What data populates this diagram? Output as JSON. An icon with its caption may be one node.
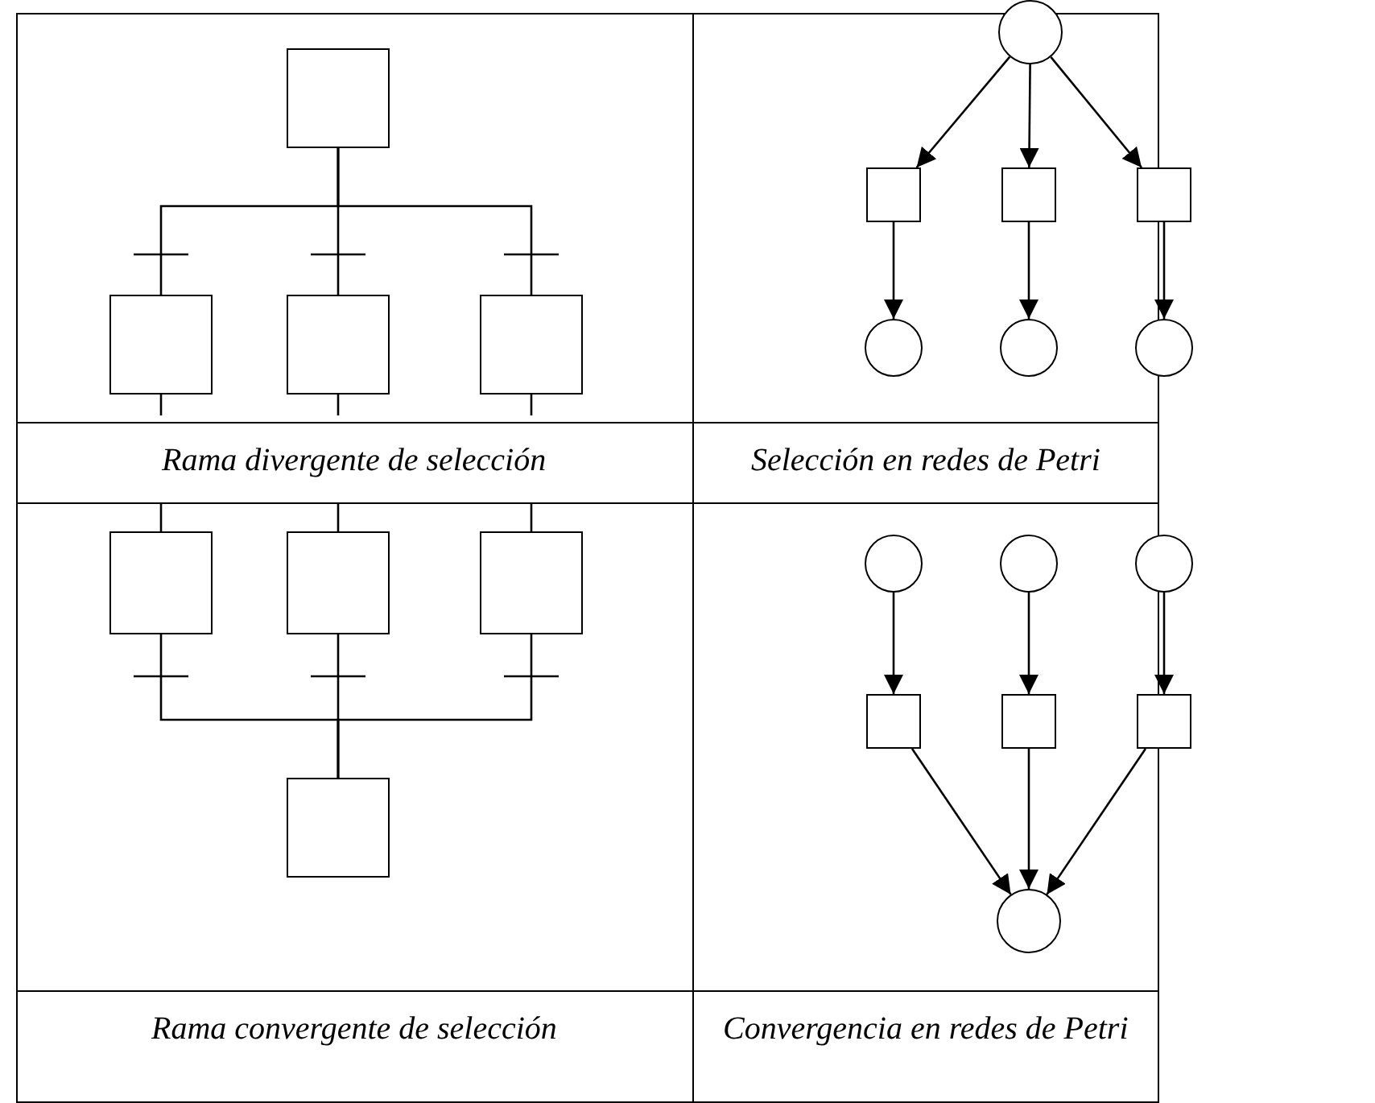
{
  "diagram": {
    "nodes": [
      {
        "text": [],
        "shape": "box"
      },
      {
        "text": [],
        "shape": "box"
      },
      {
        "text": [],
        "shape": "box"
      },
      {
        "text": [],
        "shape": "box"
      },
      {
        "text": [],
        "shape": "circle"
      },
      {
        "text": [],
        "shape": "box"
      },
      {
        "text": [],
        "shape": "box"
      },
      {
        "text": [],
        "shape": "box"
      },
      {
        "text": [],
        "shape": "circle"
      },
      {
        "text": [],
        "shape": "circle"
      },
      {
        "text": [],
        "shape": "circle"
      },
      {
        "text": [],
        "shape": "box"
      },
      {
        "text": [],
        "shape": "box"
      },
      {
        "text": [],
        "shape": "box"
      },
      {
        "text": [],
        "shape": "box"
      },
      {
        "text": [],
        "shape": "circle"
      },
      {
        "text": [],
        "shape": "circle"
      },
      {
        "text": [],
        "shape": "circle"
      },
      {
        "text": [],
        "shape": "box"
      },
      {
        "text": [],
        "shape": "box"
      },
      {
        "text": [],
        "shape": "box"
      },
      {
        "text": [],
        "shape": "circle"
      }
    ],
    "edges": [
      {
        "from": 0,
        "to": 1,
        "arrow": "none"
      },
      {
        "from": 0,
        "to": 2,
        "arrow": "none"
      },
      {
        "from": 0,
        "to": 3,
        "arrow": "none"
      },
      {
        "from": 1,
        "to": null,
        "arrow": "none"
      },
      {
        "from": 2,
        "to": null,
        "arrow": "none"
      },
      {
        "from": 3,
        "to": null,
        "arrow": "none"
      },
      {
        "from": 4,
        "to": 5,
        "arrow": "to"
      },
      {
        "from": 4,
        "to": 6,
        "arrow": "to"
      },
      {
        "from": 4,
        "to": 7,
        "arrow": "to"
      },
      {
        "from": 5,
        "to": 8,
        "arrow": "to"
      },
      {
        "from": 6,
        "to": 9,
        "arrow": "to"
      },
      {
        "from": 7,
        "to": 10,
        "arrow": "to"
      },
      {
        "from": null,
        "to": 11,
        "arrow": "none"
      },
      {
        "from": null,
        "to": 12,
        "arrow": "none"
      },
      {
        "from": null,
        "to": 13,
        "arrow": "none"
      },
      {
        "from": 11,
        "to": 14,
        "arrow": "none"
      },
      {
        "from": 12,
        "to": 14,
        "arrow": "none"
      },
      {
        "from": 13,
        "to": 14,
        "arrow": "none"
      },
      {
        "from": 15,
        "to": 18,
        "arrow": "to"
      },
      {
        "from": 16,
        "to": 19,
        "arrow": "to"
      },
      {
        "from": 17,
        "to": 20,
        "arrow": "to"
      },
      {
        "from": 18,
        "to": 21,
        "arrow": "to"
      },
      {
        "from": 19,
        "to": 21,
        "arrow": "to"
      },
      {
        "from": 20,
        "to": 21,
        "arrow": "to"
      }
    ],
    "labels": [
      "Rama divergente de selección",
      "Selección en redes de Petri",
      "Rama convergente de selección",
      "Convergencia en redes de Petri"
    ]
  }
}
